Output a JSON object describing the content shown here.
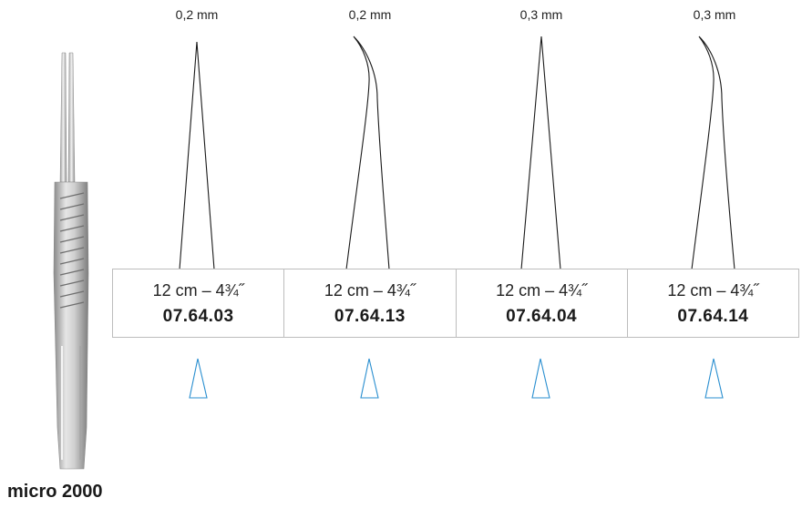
{
  "product": {
    "title": "micro 2000"
  },
  "tips": [
    {
      "width": "0,2 mm",
      "shape": "straight",
      "length": "12 cm – 4¾˝",
      "article": "07.64.03"
    },
    {
      "width": "0,2 mm",
      "shape": "curved",
      "length": "12 cm – 4¾˝",
      "article": "07.64.13"
    },
    {
      "width": "0,3 mm",
      "shape": "straight",
      "length": "12 cm – 4¾˝",
      "article": "07.64.04"
    },
    {
      "width": "0,3 mm",
      "shape": "curved",
      "length": "12 cm – 4¾˝",
      "article": "07.64.14"
    }
  ],
  "colors": {
    "outline": "#1a1a1a",
    "marker": "#2a8fd0",
    "table_border": "#bdbdbd"
  }
}
